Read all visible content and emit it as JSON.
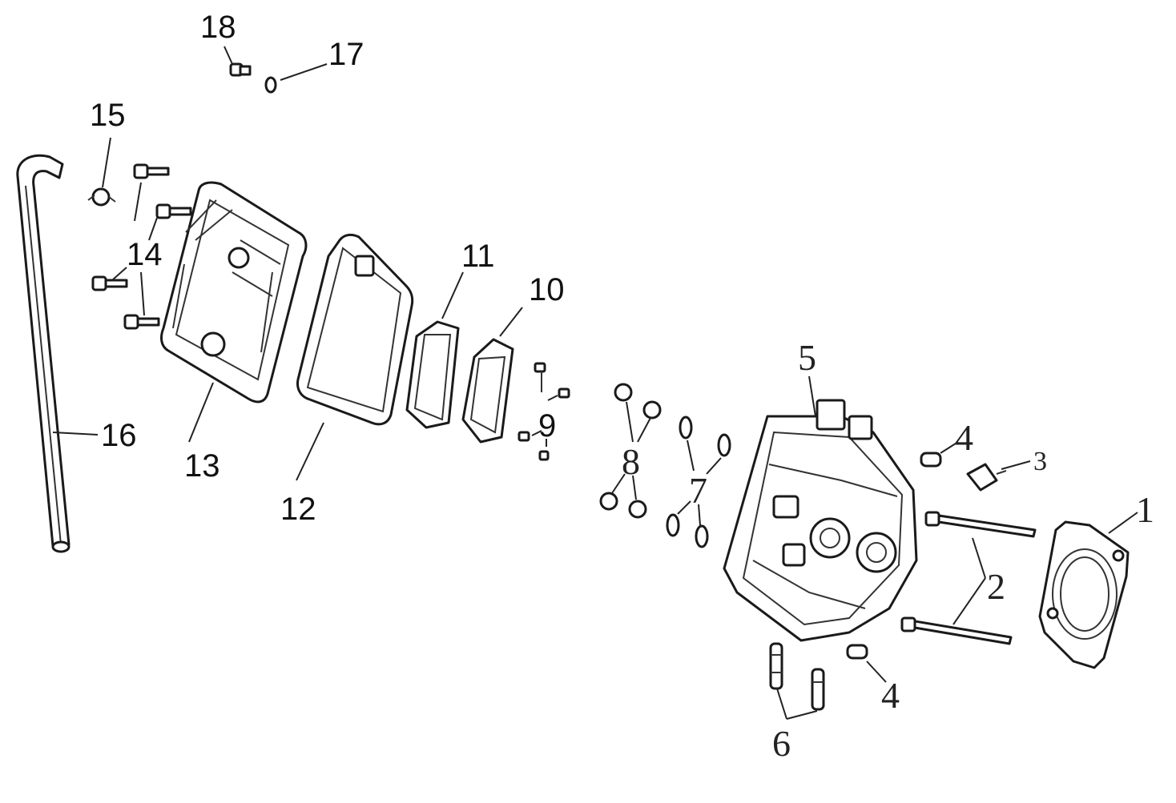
{
  "callouts": [
    {
      "id": "c1",
      "text": "1"
    },
    {
      "id": "c2",
      "text": "2"
    },
    {
      "id": "c3",
      "text": "3"
    },
    {
      "id": "c4a",
      "text": "4"
    },
    {
      "id": "c4b",
      "text": "4"
    },
    {
      "id": "c5",
      "text": "5"
    },
    {
      "id": "c6",
      "text": "6"
    },
    {
      "id": "c7",
      "text": "7"
    },
    {
      "id": "c8",
      "text": "8"
    },
    {
      "id": "c9",
      "text": "9"
    },
    {
      "id": "c10",
      "text": "10"
    },
    {
      "id": "c11",
      "text": "11"
    },
    {
      "id": "c12",
      "text": "12"
    },
    {
      "id": "c13",
      "text": "13"
    },
    {
      "id": "c14",
      "text": "14"
    },
    {
      "id": "c15",
      "text": "15"
    },
    {
      "id": "c16",
      "text": "16"
    },
    {
      "id": "c17",
      "text": "17"
    },
    {
      "id": "c18",
      "text": "18"
    }
  ]
}
